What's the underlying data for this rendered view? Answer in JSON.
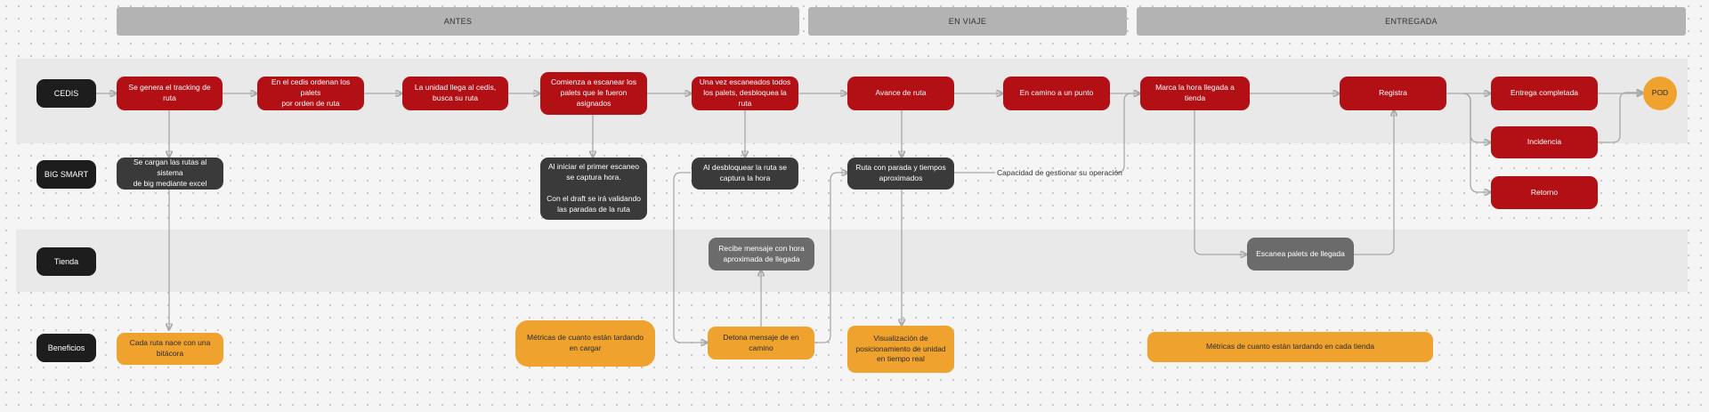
{
  "phases": {
    "antes": "ANTES",
    "en_viaje": "EN VIAJE",
    "entregada": "ENTREGADA"
  },
  "lanes": {
    "cedis": "CEDIS",
    "big_smart": "BIG SMART",
    "tienda": "Tienda",
    "beneficios": "Beneficios"
  },
  "cedis": {
    "tracking": "Se genera el tracking de ruta",
    "ordenan": "En el cedis ordenan los palets\npor orden de ruta",
    "llega": "La unidad llega al cedis,\nbusca su ruta",
    "escanear": "Comienza a escanear los\npalets que le fueron\nasignados",
    "desbloquea": "Una vez escaneados todos\nlos palets, desbloquea la ruta",
    "avance": "Avance de ruta",
    "camino": "En camino a un punto",
    "marca": "Marca la hora llegada a tienda",
    "registra": "Registra",
    "entrega": "Entrega completada",
    "incidencia": "Incidencia",
    "retorno": "Retorno",
    "pod": "POD"
  },
  "big_smart": {
    "cargan": "Se cargan las rutas al sistema\nde big mediante excel",
    "primer_escaneo": "Al iniciar el primer escaneo\nse captura hora.\n\nCon el draft se irá validando\nlas paradas de la ruta",
    "desbloquear": "Al desbloquear la ruta se\ncaptura la hora",
    "parada": "Ruta con parada y tiempos\naproximados",
    "capacidad": "Capacidad de gestionar su operación"
  },
  "tienda": {
    "recibe": "Recibe mensaje con hora\naproximada de llegada",
    "escanea": "Escanea palets de llegada"
  },
  "beneficios": {
    "bitacora": "Cada ruta nace con una\nbitácora",
    "metricas_cargar": "Métricas de cuanto están tardando\nen cargar",
    "detona": "Detona mensaje de en\ncamino",
    "visualizacion": "Visualización de\nposicionamiento de unidad\nen tiempo real",
    "metricas_tienda": "Métricas de cuanto están tardando en cada tienda"
  },
  "colors": {
    "red": "#b31016",
    "dark": "#3a3a3a",
    "gray": "#6b6b6b",
    "orange": "#efa32e",
    "lane": "#1d1d1d",
    "phase": "#b3b3b3"
  }
}
